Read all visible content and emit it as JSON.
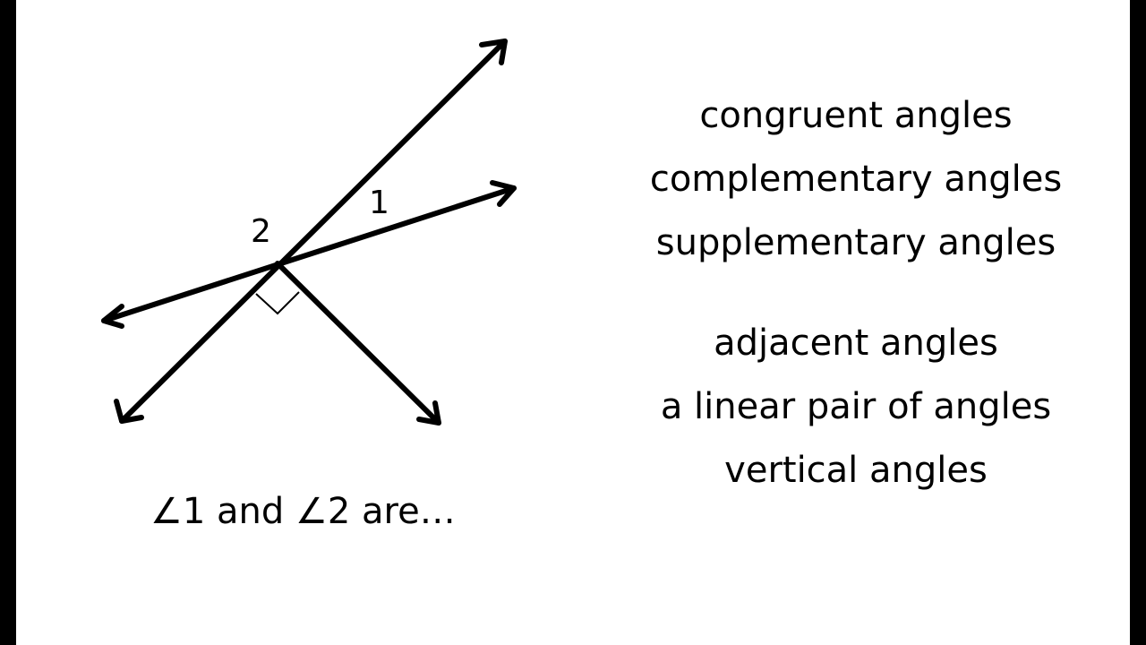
{
  "figure": {
    "label_1": "1",
    "label_2": "2",
    "caption": "∠1 and ∠2 are…"
  },
  "options_group_1": [
    "congruent angles",
    "complementary angles",
    "supplementary angles"
  ],
  "options_group_2": [
    "adjacent angles",
    "a linear pair of angles",
    "vertical angles"
  ]
}
